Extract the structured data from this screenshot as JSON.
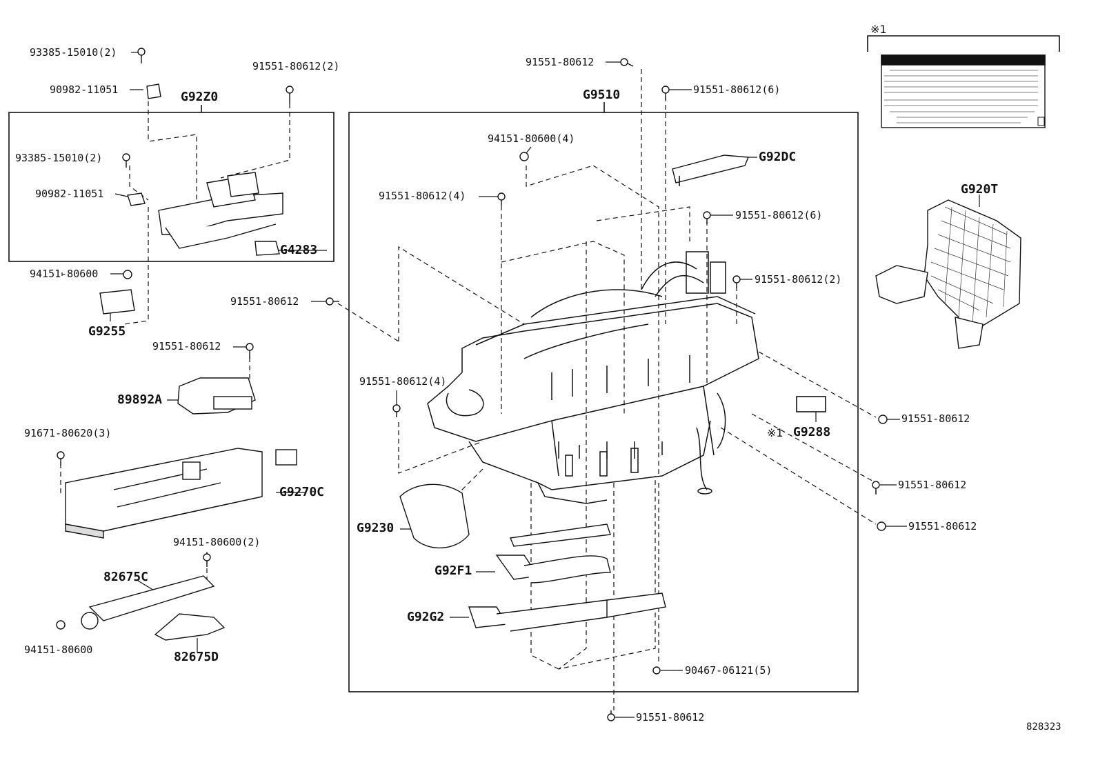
{
  "diagram_id": "828323",
  "note_mark": "※1",
  "frames": {
    "left_box": "G92Z0",
    "main_box": "G9510"
  },
  "labels": [
    {
      "id": "l1",
      "text": "93385-15010(2)"
    },
    {
      "id": "l2",
      "text": "90982-11051"
    },
    {
      "id": "l3",
      "text": "91551-80612(2)"
    },
    {
      "id": "l4",
      "text": "93385-15010(2)"
    },
    {
      "id": "l5",
      "text": "90982-11051"
    },
    {
      "id": "l6",
      "text": "G4283"
    },
    {
      "id": "l7",
      "text": "94151-80600"
    },
    {
      "id": "l8",
      "text": "G9255"
    },
    {
      "id": "l9",
      "text": "91551-80612"
    },
    {
      "id": "l10",
      "text": "91551-80612"
    },
    {
      "id": "l11",
      "text": "89892A"
    },
    {
      "id": "l12",
      "text": "91671-80620(3)"
    },
    {
      "id": "l13",
      "text": "G9270C"
    },
    {
      "id": "l14",
      "text": "94151-80600(2)"
    },
    {
      "id": "l15",
      "text": "82675C"
    },
    {
      "id": "l16",
      "text": "94151-80600"
    },
    {
      "id": "l17",
      "text": "82675D"
    },
    {
      "id": "l18",
      "text": "91551-80612"
    },
    {
      "id": "l19",
      "text": "91551-80612(6)"
    },
    {
      "id": "l20",
      "text": "94151-80600(4)"
    },
    {
      "id": "l21",
      "text": "G92DC"
    },
    {
      "id": "l22",
      "text": "91551-80612(4)"
    },
    {
      "id": "l23",
      "text": "91551-80612(6)"
    },
    {
      "id": "l24",
      "text": "91551-80612(2)"
    },
    {
      "id": "l25",
      "text": "91551-80612(4)"
    },
    {
      "id": "l26",
      "text": "G9288"
    },
    {
      "id": "l27",
      "text": "91551-80612"
    },
    {
      "id": "l28",
      "text": "91551-80612"
    },
    {
      "id": "l29",
      "text": "91551-80612"
    },
    {
      "id": "l30",
      "text": "G9230"
    },
    {
      "id": "l31",
      "text": "G92F1"
    },
    {
      "id": "l32",
      "text": "G92G2"
    },
    {
      "id": "l33",
      "text": "90467-06121(5)"
    },
    {
      "id": "l34",
      "text": "91551-80612"
    },
    {
      "id": "l35",
      "text": "G920T"
    }
  ]
}
